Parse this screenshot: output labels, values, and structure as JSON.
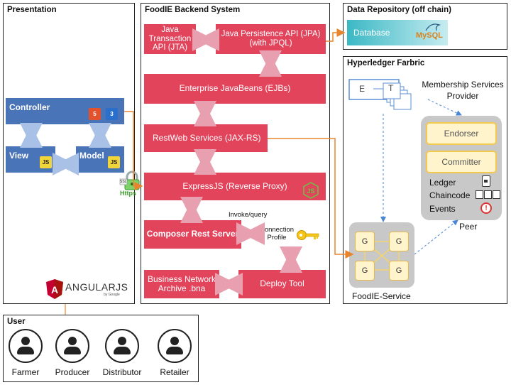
{
  "presentation": {
    "title": "Presentation",
    "controller": "Controller",
    "view": "View",
    "model": "Model",
    "html5": "5",
    "css3": "3",
    "js": "JS",
    "https_label": "Https",
    "ssl_label": "SSL",
    "angular_text": "ANGULARJS",
    "angular_sub": "by Google"
  },
  "backend": {
    "title": "FoodIE Backend System",
    "jta": "Java Transaction API (JTA)",
    "jpa": "Java Persistence API (JPA) (with JPQL)",
    "ejb": "Enterprise JavaBeans (EJBs)",
    "rest": "RestWeb Services (JAX-RS)",
    "express": "ExpressJS (Reverse Proxy)",
    "invoke": "Invoke/query",
    "composer": "Composer Rest Server",
    "connection_profile": "Connection Profile",
    "bna": "Business Network Archive .bna",
    "deploy": "Deploy Tool"
  },
  "repository": {
    "title": "Data Repository (off chain)",
    "database": "Database",
    "mysql": "MySQL"
  },
  "fabric": {
    "title": "Hyperledger Farbric",
    "msp_e": "E",
    "msp_t": "T",
    "msp": "Membership Services Provider",
    "endorser": "Endorser",
    "committer": "Committer",
    "ledger": "Ledger",
    "chaincode": "Chaincode",
    "events": "Events",
    "events_icon": "!",
    "peer": "Peer",
    "g": "G",
    "service": "FoodIE-Service"
  },
  "user": {
    "title": "User",
    "roles": [
      "Farmer",
      "Producer",
      "Distributor",
      "Retailer"
    ]
  }
}
